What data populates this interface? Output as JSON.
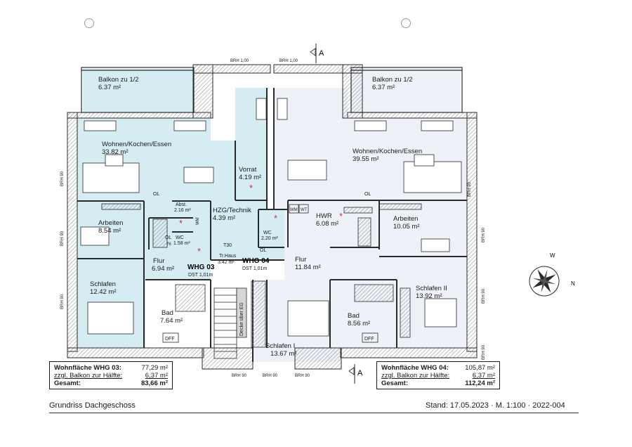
{
  "plan": {
    "brh_labels": [
      "BRH 1,00",
      "BRH 1,00",
      "BRH 90",
      "BRH 90",
      "BRH 90",
      "BRH 90",
      "BRH 90",
      "BRH 90",
      "BRH 90",
      "BRH 90",
      "BRH 90",
      "BRH 90"
    ],
    "section_marker": "A",
    "rooms": {
      "balkon_left": {
        "name": "Balkon zu 1/2",
        "area": "6.37 m²"
      },
      "balkon_right": {
        "name": "Balkon zu 1/2",
        "area": "6.37 m²"
      },
      "wohnen_left": {
        "name": "Wohnen/Kochen/Essen",
        "area": "33.82 m²"
      },
      "wohnen_right": {
        "name": "Wohnen/Kochen/Essen",
        "area": "39.55 m²"
      },
      "vorrat": {
        "name": "Vorrat",
        "area": "4.19 m²"
      },
      "abst": {
        "name": "Abst.",
        "area": "2.16 m²"
      },
      "hzg": {
        "name": "HZG/Technik",
        "area": "4.39 m²"
      },
      "hwr": {
        "name": "HWR",
        "area": "6.08 m²"
      },
      "arbeiten_left": {
        "name": "Arbeiten",
        "area": "8.54 m²"
      },
      "arbeiten_right": {
        "name": "Arbeiten",
        "area": "10.05 m²"
      },
      "wc_left": {
        "name": "WC",
        "area": "1.58 m²"
      },
      "wc_right": {
        "name": "WC",
        "area": "2.20 m²"
      },
      "flur_left": {
        "name": "Flur",
        "area": "6.94 m²"
      },
      "flur_right": {
        "name": "Flur",
        "area": "11.84 m²"
      },
      "trhaus": {
        "name": "Tr.Haus",
        "area": "3.42 m²"
      },
      "schlafen_left": {
        "name": "Schlafen",
        "area": "12.42 m²"
      },
      "schlafen_i": {
        "name": "Schlafen I",
        "area": "13.67 m²"
      },
      "schlafen_ii": {
        "name": "Schlafen II",
        "area": "13.92 m²"
      },
      "bad_left": {
        "name": "Bad",
        "area": "7.64 m²"
      },
      "bad_right": {
        "name": "Bad",
        "area": "8.56 m²"
      }
    },
    "annotations": {
      "whg03": "WHG 03",
      "whg04": "WHG 04",
      "dst_left": "DST 1,01m",
      "dst_right": "DST 1,01m",
      "t30": "T30",
      "ol": "OL",
      "dff": "DFF",
      "wm": "WM",
      "wt": "WT",
      "decke": "Decke über EG",
      "wc_dim": "76"
    }
  },
  "summary_left": {
    "rows": [
      {
        "label": "Wohnfläche WHG 03:",
        "value": "77,29 m²"
      },
      {
        "label": "zzgl. Balkon zur Hälfte:",
        "value": "6,37 m²"
      },
      {
        "label": "Gesamt:",
        "value": "83,66 m²"
      }
    ]
  },
  "summary_right": {
    "rows": [
      {
        "label": "Wohnfläche WHG 04:",
        "value": "105,87 m²"
      },
      {
        "label": "zzgl. Balkon zur Hälfte:",
        "value": "6,37 m²"
      },
      {
        "label": "Gesamt:",
        "value": "112,24 m²"
      }
    ]
  },
  "footer": {
    "left": "Grundriss Dachgeschoss",
    "right": "Stand: 17.05.2023 · M. 1:100 · 2022-004"
  },
  "compass": {
    "label": "N",
    "w": "W"
  },
  "colors": {
    "whg03_fill": "#d6ecf3",
    "whg04_fill": "#eef1f7",
    "wall": "#2a2a2a",
    "hatch": "#9a9a9a",
    "star": "#d0303a"
  }
}
